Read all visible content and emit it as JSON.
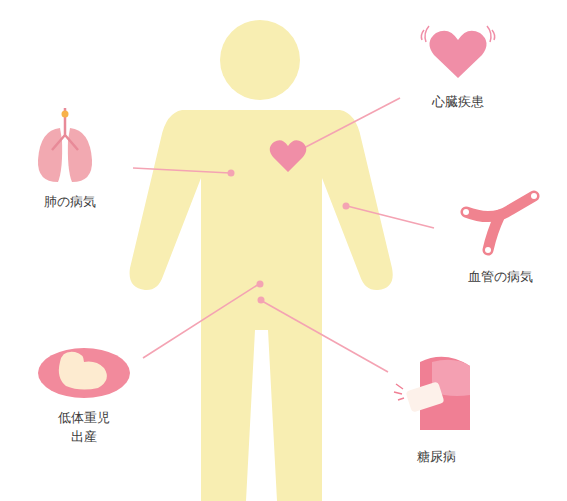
{
  "diagram": {
    "labels": [
      "心臓疾患",
      "肺の病気",
      "血管の病気",
      "低体重児 出産",
      "糖尿病"
    ]
  }
}
